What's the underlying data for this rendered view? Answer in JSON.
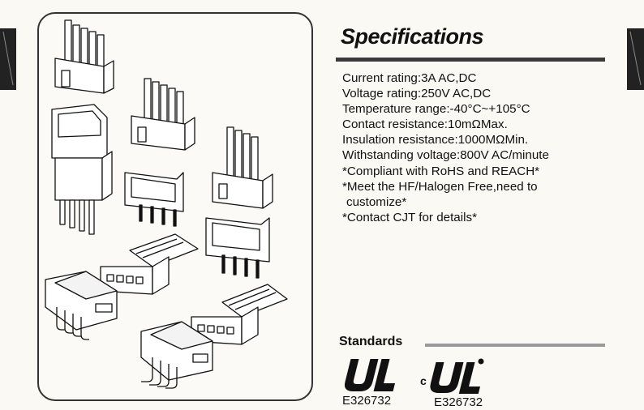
{
  "specifications": {
    "title": "Specifications",
    "items": [
      "Current rating:3A AC,DC",
      "Voltage rating:250V AC,DC",
      "Temperature range:-40°C~+105°C",
      "Contact resistance:10mΩMax.",
      "Insulation resistance:1000MΩMin.",
      "Withstanding voltage:800V AC/minute",
      "*Compliant with RoHS and REACH*",
      "*Meet the HF/Halogen Free,need to",
      "customize*",
      "*Contact CJT for details*"
    ]
  },
  "standards": {
    "title": "Standards",
    "certs": [
      {
        "mark": "UL",
        "number": "E326732",
        "icon": "ul-recognized-icon"
      },
      {
        "mark": "cUL",
        "prefix": "c",
        "number": "E326732",
        "icon": "cul-recognized-icon"
      }
    ]
  },
  "illustration": {
    "icon": "wire-to-board-connectors-illustration"
  },
  "colors": {
    "background": "#fbf9f3",
    "rule": "#3a3a3a",
    "standards_rule": "#9a9a9a",
    "ink": "#111111"
  }
}
